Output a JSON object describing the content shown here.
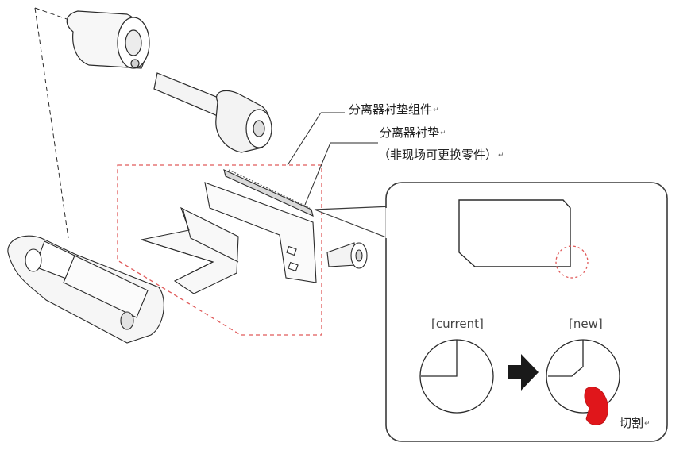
{
  "labels": {
    "assembly": "分离器衬垫组件",
    "pad": "分离器衬垫",
    "pad_note": "（非现场可更换零件）",
    "cut": "切割"
  },
  "detail_panel": {
    "current_label": "[current]",
    "new_label": "[new]"
  },
  "paragraph_mark": "↵",
  "colors": {
    "line": "#2a2a2a",
    "dashed_callout": "#e05a5a",
    "arrow": "#1a1a1a",
    "hand": "#e0161b",
    "panel_border": "#3a3a3a"
  },
  "icons": {
    "direction_arrow": "right-arrow-icon",
    "cut_pointer": "pointing-hand-icon"
  }
}
